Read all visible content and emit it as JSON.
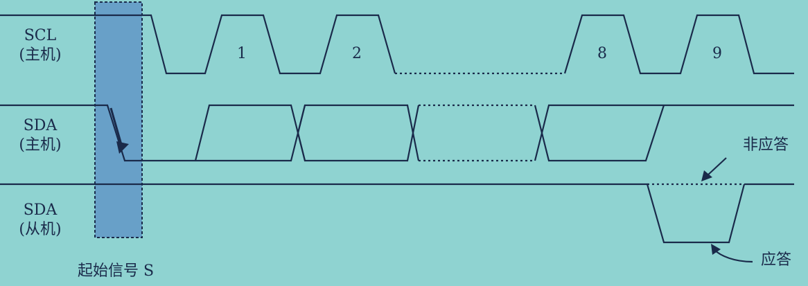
{
  "signals": {
    "scl_host": {
      "name": "SCL",
      "role": "(主机)"
    },
    "sda_host": {
      "name": "SDA",
      "role": "(主机)"
    },
    "sda_slave": {
      "name": "SDA",
      "role": "(从机)"
    }
  },
  "clock_pulses": [
    "1",
    "2",
    "8",
    "9"
  ],
  "annotations": {
    "nack": "非应答",
    "ack": "应答",
    "start": "起始信号 S"
  },
  "colors": {
    "background": "#8fd3d1",
    "line": "#1a2a4a",
    "start_highlight": "#5b8fc4"
  }
}
